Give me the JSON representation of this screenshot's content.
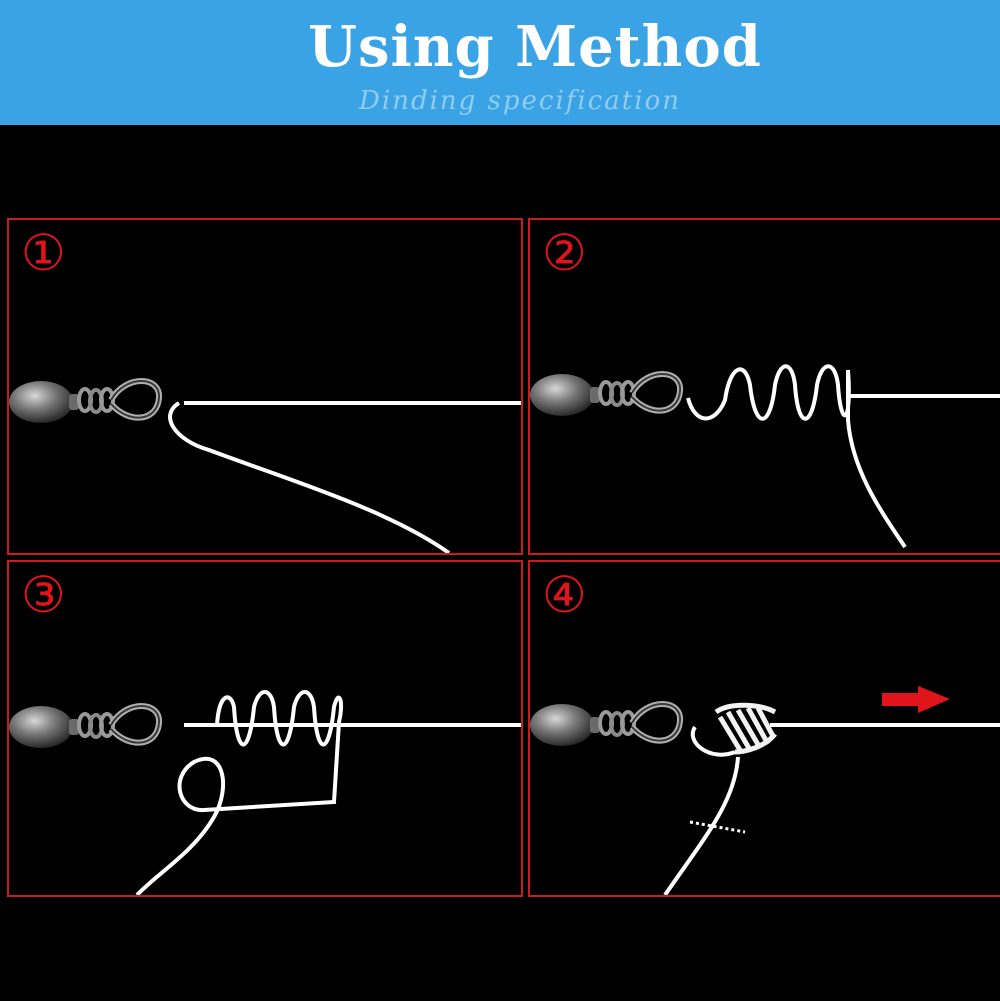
{
  "header": {
    "title": "Using Method",
    "subtitle": "Dinding specification",
    "background_color": "#39a3e6"
  },
  "steps": [
    {
      "number": "①"
    },
    {
      "number": "②"
    },
    {
      "number": "③"
    },
    {
      "number": "④"
    }
  ],
  "colors": {
    "panel_border": "#c41e1e",
    "step_number": "#e0141a",
    "line": "#ffffff",
    "arrow": "#e0141a"
  },
  "icons": [
    "swivel-icon",
    "arrow-right-icon"
  ]
}
